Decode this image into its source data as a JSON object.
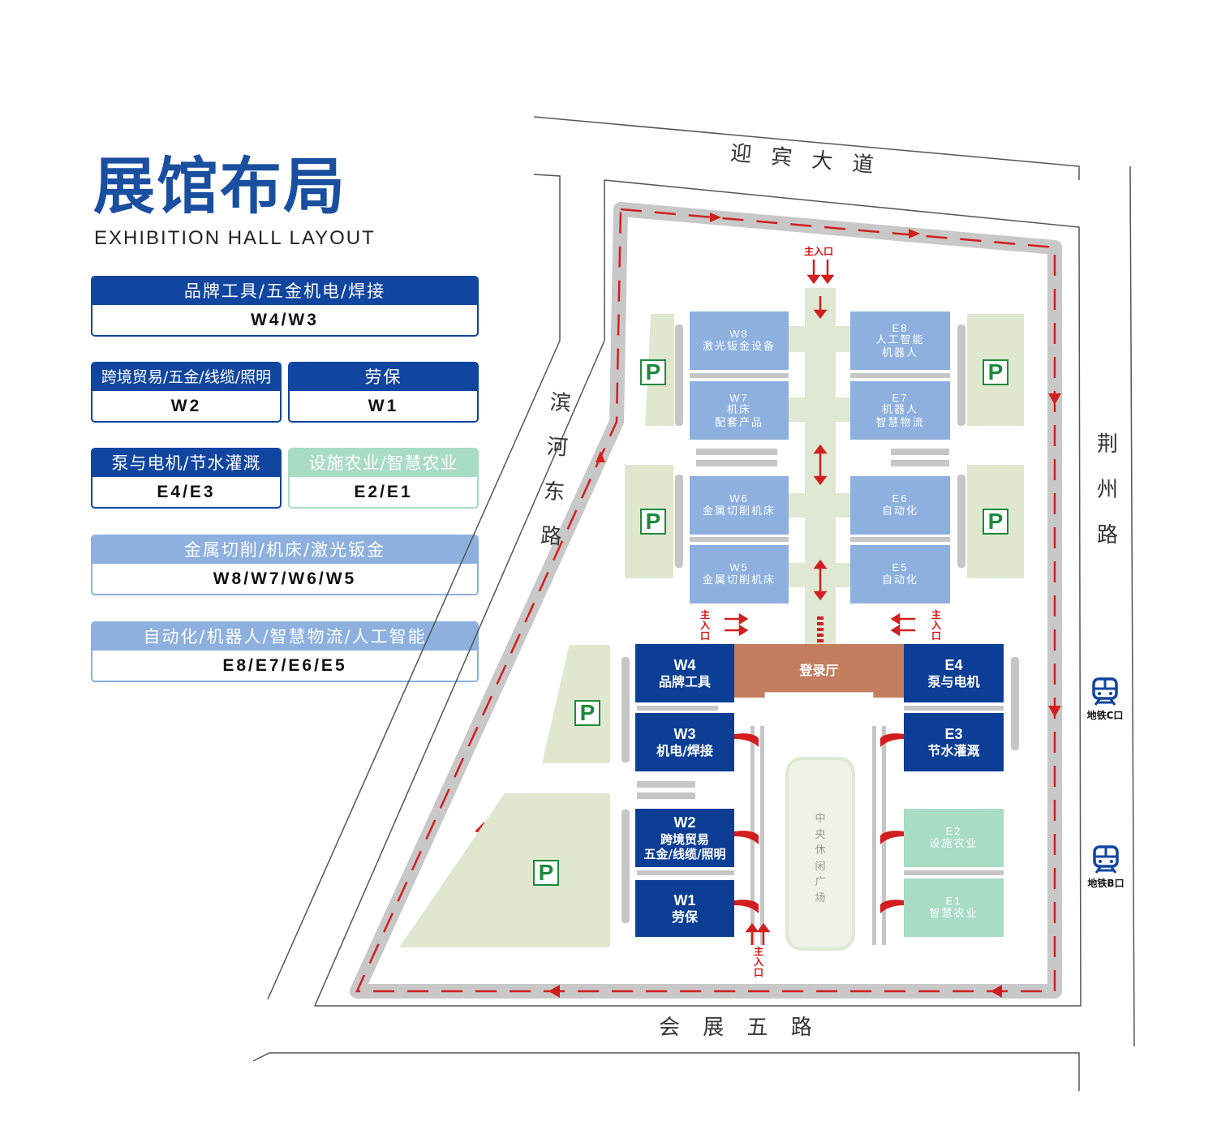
{
  "title": "展馆布局",
  "subtitle": "EXHIBITION HALL LAYOUT",
  "legend": [
    {
      "category": "品牌工具/五金机电/焊接",
      "halls": "W4/W3"
    },
    {
      "category": "跨境贸易/五金/线缆/照明",
      "halls": "W2"
    },
    {
      "category": "劳保",
      "halls": "W1"
    },
    {
      "category": "泵与电机/节水灌溉",
      "halls": "E4/E3"
    },
    {
      "category": "设施农业/智慧农业",
      "halls": "E2/E1"
    },
    {
      "category": "金属切削/机床/激光钣金",
      "halls": "W8/W7/W6/W5"
    },
    {
      "category": "自动化/机器人/智慧物流/人工智能",
      "halls": "E8/E7/E6/E5"
    }
  ],
  "roads": {
    "north": "迎 宾 大 道",
    "west": "滨河东路",
    "east": "荆州路",
    "south": "会 展 五 路"
  },
  "halls": {
    "W8": {
      "id": "W8",
      "l1": "激光钣金设备",
      "l2": ""
    },
    "W7": {
      "id": "W7",
      "l1": "机床",
      "l2": "配套产品"
    },
    "W6": {
      "id": "W6",
      "l1": "金属切削机床",
      "l2": ""
    },
    "W5": {
      "id": "W5",
      "l1": "金属切削机床",
      "l2": ""
    },
    "E8": {
      "id": "E8",
      "l1": "人工智能",
      "l2": "机器人"
    },
    "E7": {
      "id": "E7",
      "l1": "机器人",
      "l2": "智慧物流"
    },
    "E6": {
      "id": "E6",
      "l1": "自动化",
      "l2": ""
    },
    "E5": {
      "id": "E5",
      "l1": "自动化",
      "l2": ""
    },
    "W4": {
      "id": "W4",
      "l1": "品牌工具",
      "l2": ""
    },
    "W3": {
      "id": "W3",
      "l1": "机电/焊接",
      "l2": ""
    },
    "W2": {
      "id": "W2",
      "l1": "跨境贸易",
      "l2": "五金/线缆/照明"
    },
    "W1": {
      "id": "W1",
      "l1": "劳保",
      "l2": ""
    },
    "E4": {
      "id": "E4",
      "l1": "泵与电机",
      "l2": ""
    },
    "E3": {
      "id": "E3",
      "l1": "节水灌溉",
      "l2": ""
    },
    "E2": {
      "id": "E2",
      "l1": "设施农业",
      "l2": ""
    },
    "E1": {
      "id": "E1",
      "l1": "智慧农业",
      "l2": ""
    }
  },
  "registration": "登录厅",
  "plaza": "中央休闲广场",
  "main_entrance": "主入口",
  "entrance": "主入口",
  "parking": "P",
  "metro": {
    "c": "地铁C口",
    "b": "地铁B口"
  },
  "colors": {
    "dark_blue": "#0c3e96",
    "light_blue": "#8db0df",
    "mint": "#a9dcc4",
    "route": "#d11f1f",
    "parking": "#1c8a3c"
  }
}
